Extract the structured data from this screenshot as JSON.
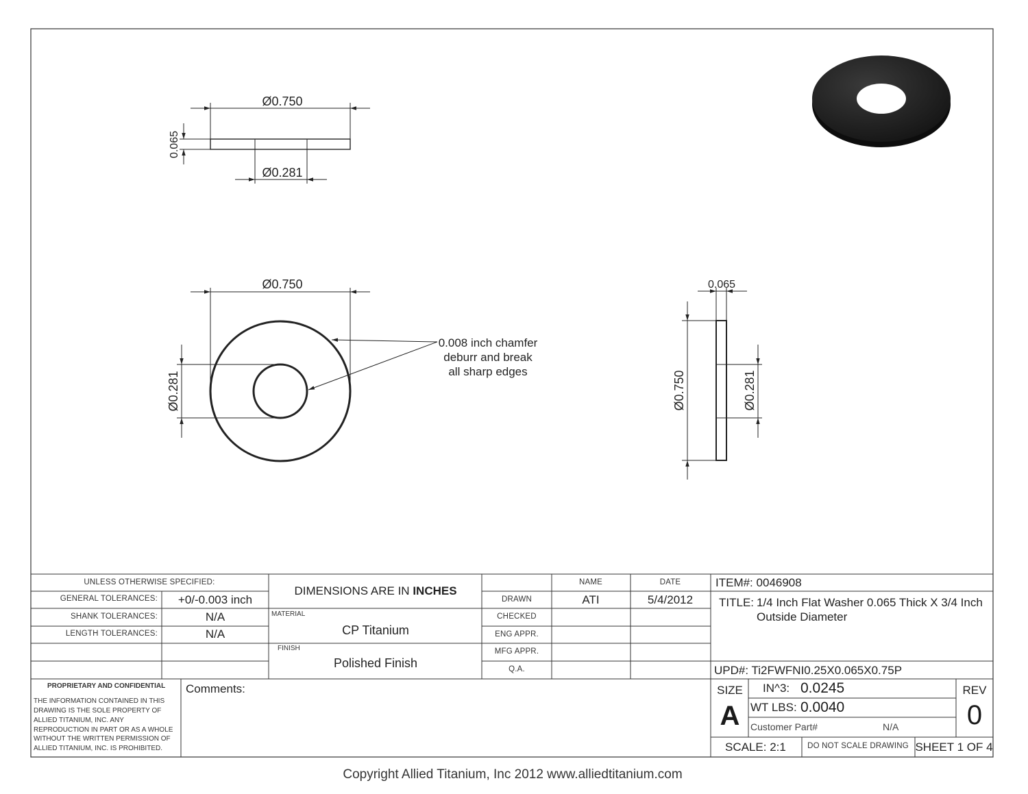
{
  "drawing": {
    "side_view": {
      "dia_outer": "Ø0.750",
      "dia_inner": "Ø0.281",
      "thickness": "0.065"
    },
    "front_view": {
      "dia_outer": "Ø0.750",
      "dia_inner": "Ø0.281",
      "note_line1": "0.008 inch chamfer",
      "note_line2": "deburr and break",
      "note_line3": "all sharp edges"
    },
    "edge_view": {
      "thickness": "0.065",
      "dia_outer": "Ø0.750",
      "dia_inner": "Ø0.281"
    }
  },
  "title_block": {
    "unless_specified": "UNLESS OTHERWISE SPECIFIED:",
    "general_tol_label": "GENERAL TOLERANCES:",
    "general_tol_value": "+0/-0.003 inch",
    "shank_tol_label": "SHANK TOLERANCES:",
    "shank_tol_value": "N/A",
    "length_tol_label": "LENGTH TOLERANCES:",
    "length_tol_value": "N/A",
    "dimensions_prefix": "DIMENSIONS ARE IN ",
    "dimensions_unit": "INCHES",
    "material_label": "MATERIAL",
    "material_value": "CP Titanium",
    "finish_label": "FINISH",
    "finish_value": "Polished Finish",
    "name_header": "NAME",
    "date_header": "DATE",
    "drawn_label": "DRAWN",
    "drawn_name": "ATI",
    "drawn_date": "5/4/2012",
    "checked_label": "CHECKED",
    "eng_appr_label": "ENG APPR.",
    "mfg_appr_label": "MFG APPR.",
    "qa_label": "Q.A.",
    "item_label": "ITEM#:",
    "item_value": "0046908",
    "title_label": "TITLE:",
    "title_line1": "1/4 Inch Flat Washer 0.065 Thick X 3/4 Inch",
    "title_line2": "Outside Diameter",
    "upd_label": "UPD#:",
    "upd_value": "Ti2FWFNI0.25X0.065X0.75P",
    "proprietary_title": "PROPRIETARY AND CONFIDENTIAL",
    "proprietary_lines": [
      "THE INFORMATION CONTAINED IN THIS",
      "DRAWING IS THE SOLE PROPERTY OF",
      "ALLIED TITANIUM, INC.  ANY",
      "REPRODUCTION IN PART OR AS A WHOLE",
      "WITHOUT THE WRITTEN PERMISSION OF",
      "ALLIED TITANIUM, INC. IS PROHIBITED."
    ],
    "comments_label": "Comments:",
    "size_label": "SIZE",
    "size_value": "A",
    "volume_label": "IN^3:",
    "volume_value": "0.0245",
    "weight_label": "WT LBS:",
    "weight_value": "0.0040",
    "customer_part_label": "Customer Part#",
    "customer_part_value": "N/A",
    "rev_label": "REV",
    "rev_value": "0",
    "scale_label": "SCALE:",
    "scale_value": "2:1",
    "do_not_scale": "DO NOT SCALE DRAWING",
    "sheet": "SHEET 1 OF 4"
  },
  "footer": {
    "copyright": "Copyright Allied Titanium, Inc 2012 www.alliedtitanium.com"
  }
}
